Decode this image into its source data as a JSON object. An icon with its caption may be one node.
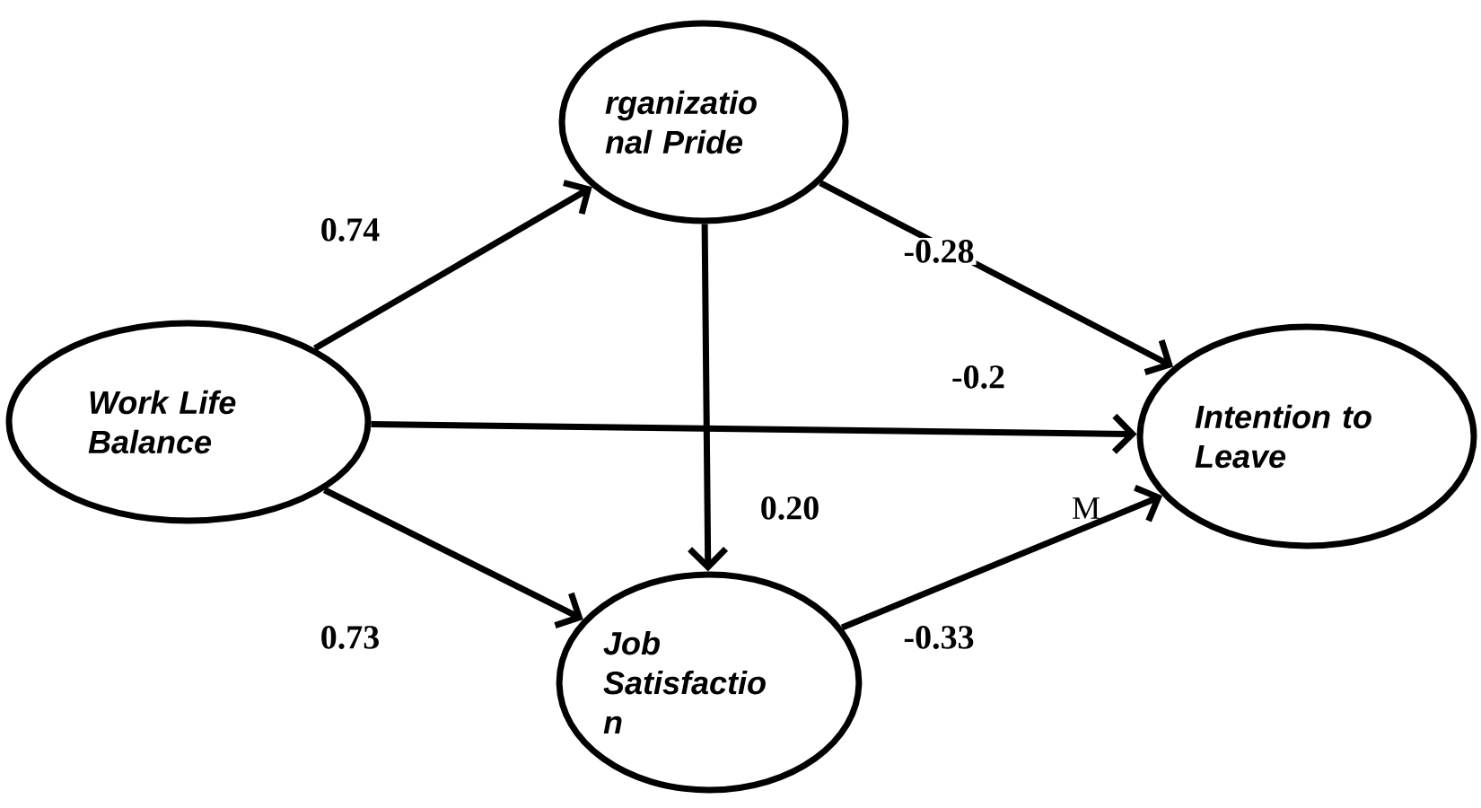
{
  "diagram": {
    "nodes": [
      {
        "text": [
          "Work Life Balance"
        ]
      },
      {
        "text": [
          "rganizatio nal Pride"
        ]
      },
      {
        "text": [
          "Intention to Leave"
        ]
      },
      {
        "text": [
          "Job Satisfactio n"
        ]
      }
    ],
    "edges": [
      {
        "from": 0,
        "to": 1,
        "arrow": "to",
        "label": "0.74"
      },
      {
        "from": 0,
        "to": 3,
        "arrow": "to",
        "label": "0.73"
      },
      {
        "from": 0,
        "to": 2,
        "arrow": "to",
        "label": "-0.2"
      },
      {
        "from": 1,
        "to": 3,
        "arrow": "to",
        "label": "0.20"
      },
      {
        "from": 1,
        "to": 2,
        "arrow": "to",
        "label": "-0.28"
      },
      {
        "from": 3,
        "to": 2,
        "arrow": "to",
        "label": "-0.33"
      }
    ],
    "labels": [
      "M"
    ]
  }
}
